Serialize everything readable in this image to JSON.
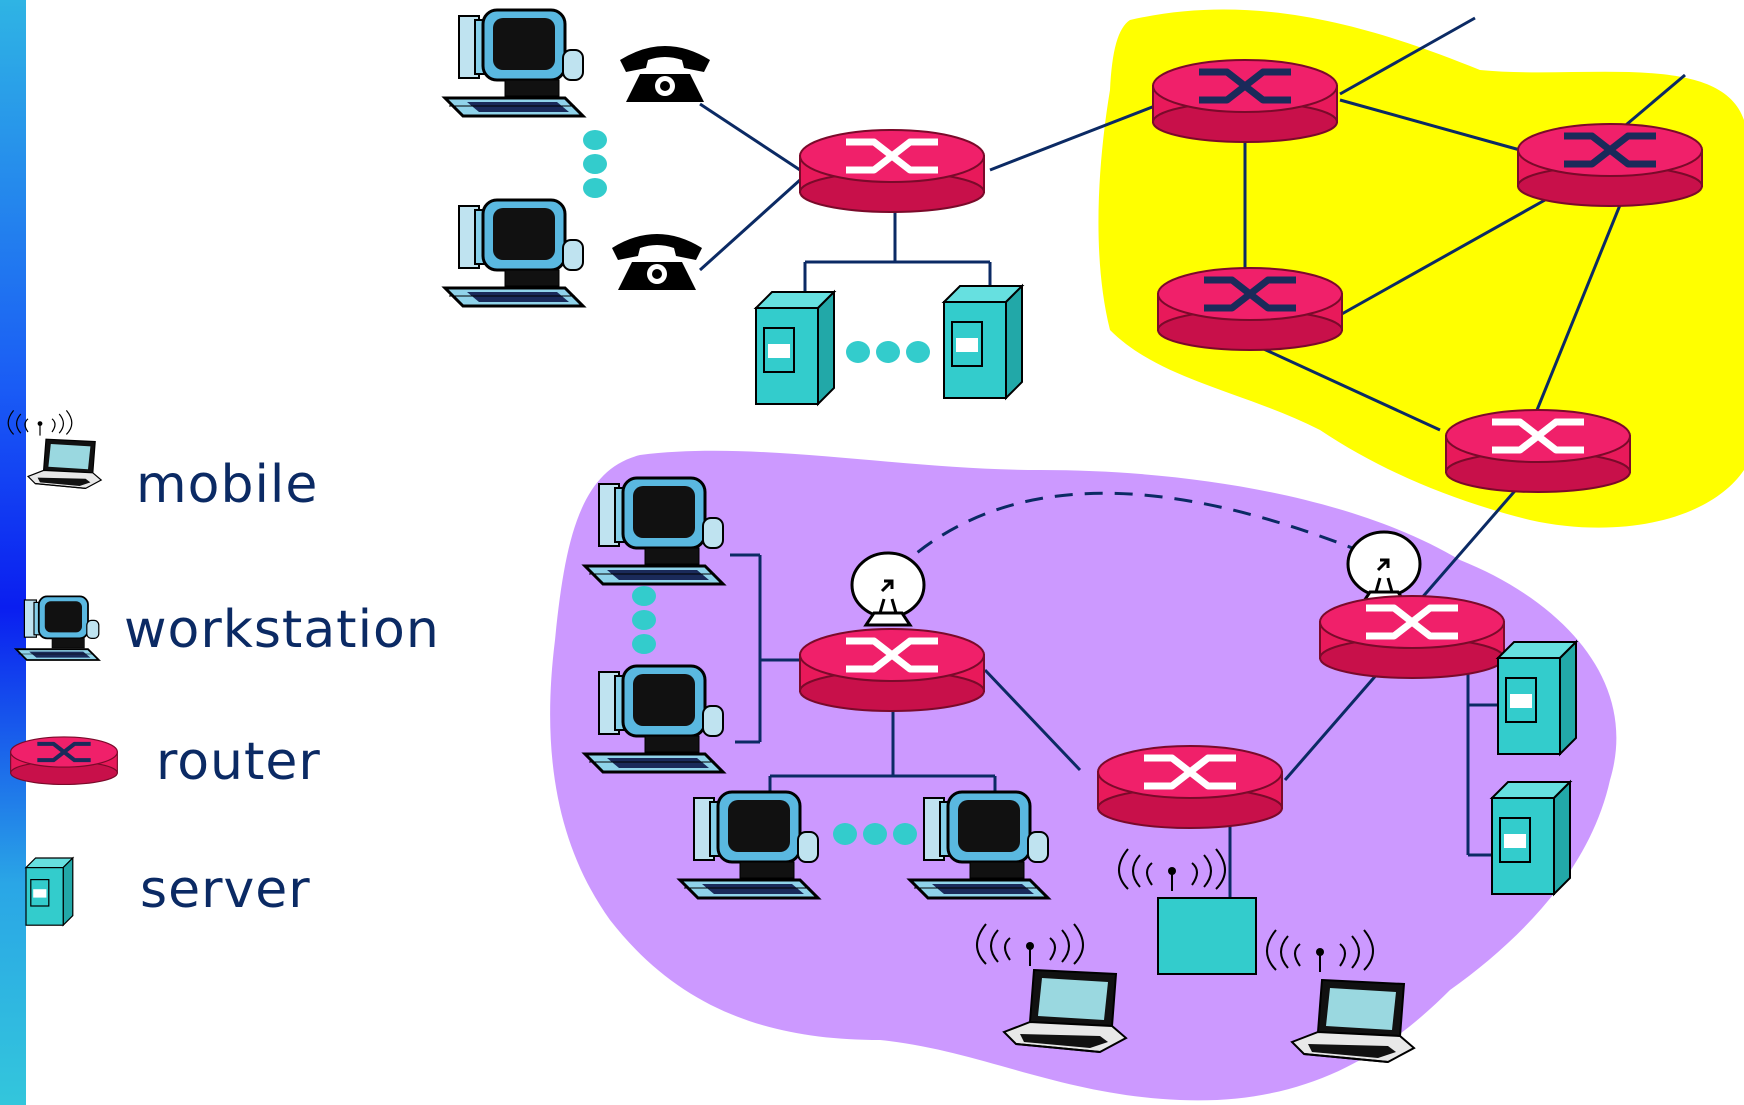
{
  "legend": {
    "mobile": "mobile",
    "workstation": "workstation",
    "router": "router",
    "server": "server"
  },
  "colors": {
    "router_fill": "#e8195a",
    "router_symbol": "#ffffff",
    "router_symbol_dark": "#1a2a5a",
    "isp_region": "#ffff00",
    "home_region": "#cc99ff",
    "link": "#0b2a64",
    "server": "#33cccc",
    "dots": "#33cccc",
    "legend_text": "#0b2a64"
  },
  "icons": {
    "mobile": "laptop-wireless-icon",
    "workstation": "desktop-computer-icon",
    "router": "router-icon",
    "server": "server-tower-icon",
    "phone": "telephone-icon",
    "satellite_dish": "satellite-dish-icon",
    "access_point": "wireless-access-point-icon"
  }
}
